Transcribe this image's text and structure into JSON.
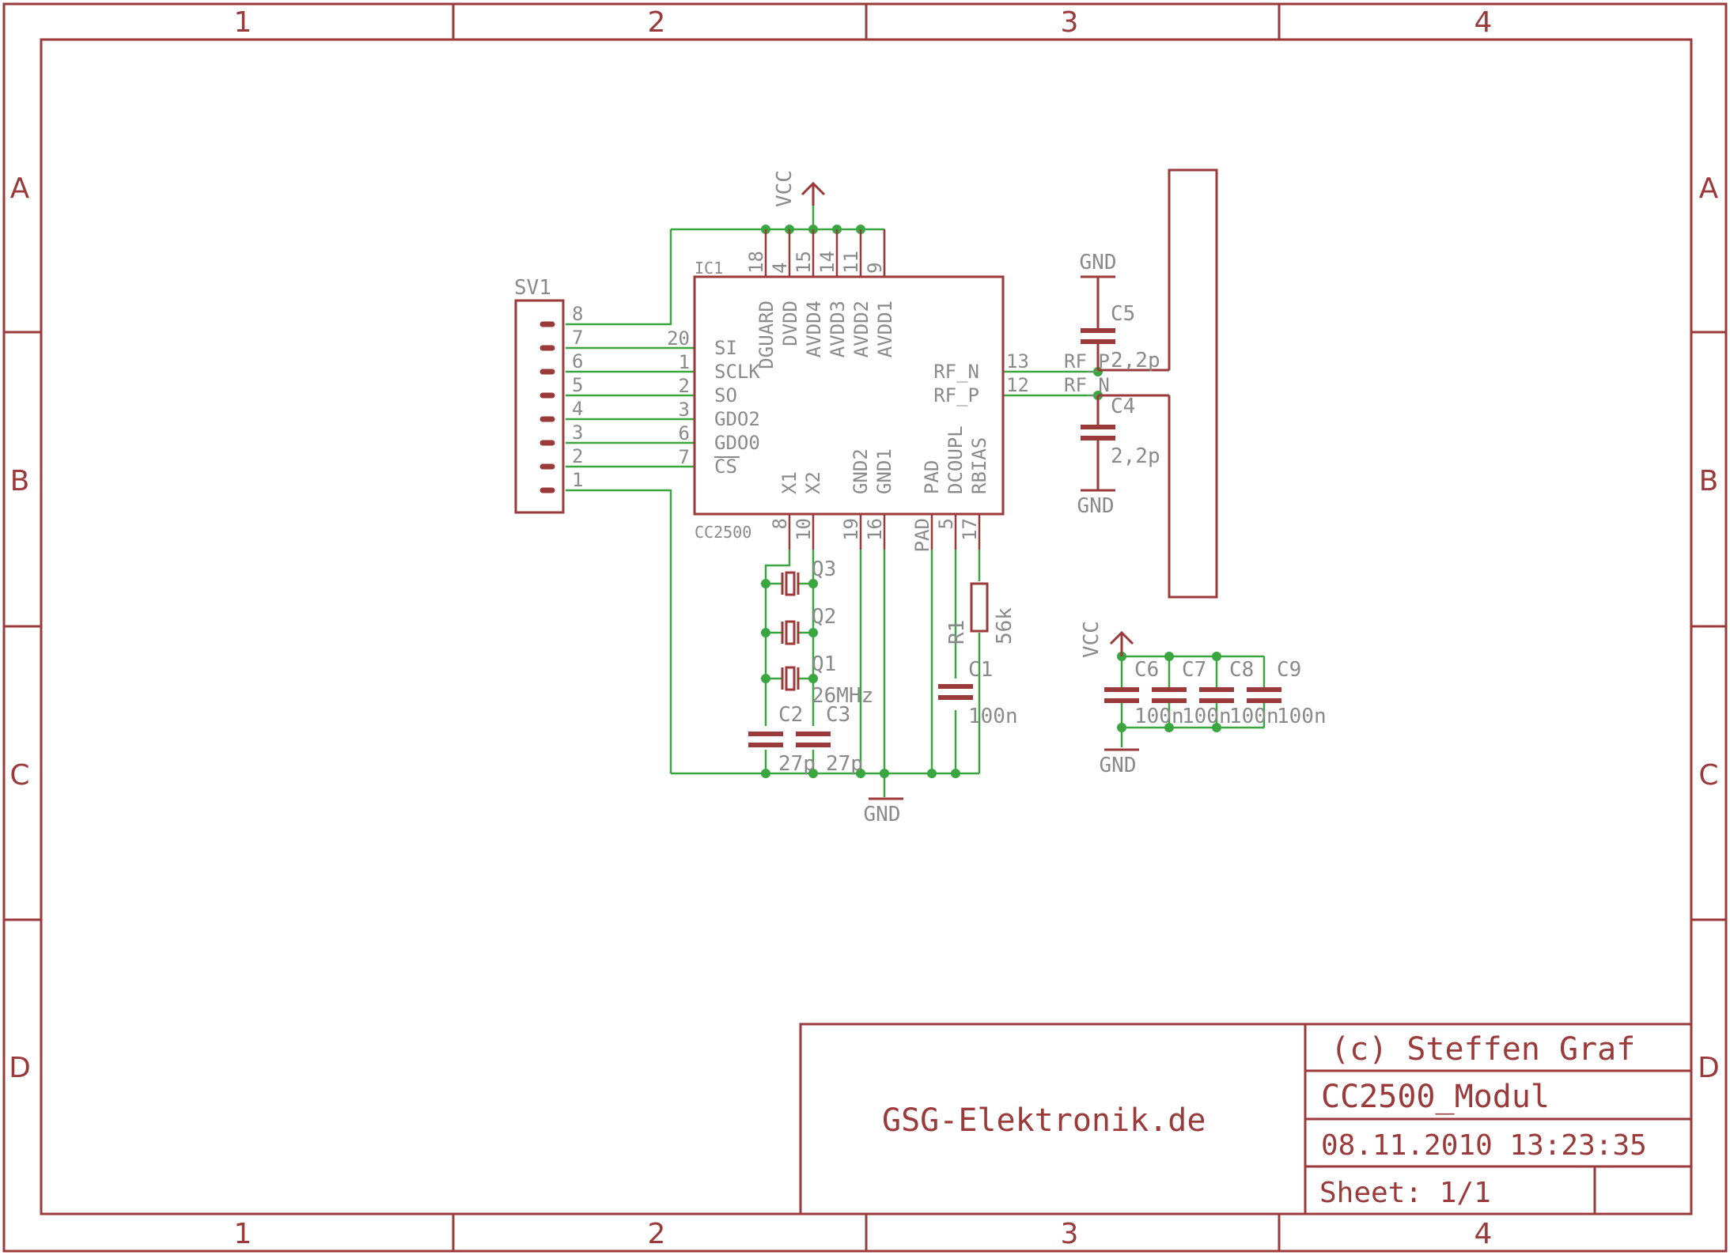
{
  "frame": {
    "columns": [
      "1",
      "2",
      "3",
      "4"
    ],
    "rows": [
      "A",
      "B",
      "C",
      "D"
    ]
  },
  "title_block": {
    "company": "GSG-Elektronik.de",
    "copyright": "(c) Steffen Graf",
    "project": "CC2500_Modul",
    "datetime": "08.11.2010 13:23:35",
    "sheet": "Sheet: 1/1"
  },
  "ic1": {
    "ref": "IC1",
    "value": "CC2500",
    "top_pins": [
      {
        "num": "18",
        "name": "DGUARD"
      },
      {
        "num": "4",
        "name": "DVDD"
      },
      {
        "num": "15",
        "name": "AVDD4"
      },
      {
        "num": "14",
        "name": "AVDD3"
      },
      {
        "num": "11",
        "name": "AVDD2"
      },
      {
        "num": "9",
        "name": "AVDD1"
      }
    ],
    "left_pins": [
      {
        "num": "20",
        "name": "SI"
      },
      {
        "num": "1",
        "name": "SCLK"
      },
      {
        "num": "2",
        "name": "SO"
      },
      {
        "num": "3",
        "name": "GDO2"
      },
      {
        "num": "6",
        "name": "GDO0"
      },
      {
        "num": "7",
        "name": "CS"
      }
    ],
    "right_pins": [
      {
        "num": "13",
        "name": "RF_N"
      },
      {
        "num": "12",
        "name": "RF_P"
      }
    ],
    "bottom_pins": [
      {
        "num": "8",
        "name": "X1"
      },
      {
        "num": "10",
        "name": "X2"
      },
      {
        "num": "19",
        "name": "GND2"
      },
      {
        "num": "16",
        "name": "GND1"
      },
      {
        "num": "PAD",
        "name": "PAD"
      },
      {
        "num": "5",
        "name": "DCOUPL"
      },
      {
        "num": "17",
        "name": "RBIAS"
      }
    ]
  },
  "sv1": {
    "ref": "SV1",
    "pins": [
      "8",
      "7",
      "6",
      "5",
      "4",
      "3",
      "2",
      "1"
    ]
  },
  "nets": {
    "vcc": "VCC",
    "gnd": "GND",
    "rf_p": "RF_P",
    "rf_n": "RF_N"
  },
  "parts": {
    "c5": {
      "ref": "C5",
      "value": "2,2p"
    },
    "c4": {
      "ref": "C4",
      "value": "2,2p"
    },
    "q3": {
      "ref": "Q3"
    },
    "q2": {
      "ref": "Q2"
    },
    "q1": {
      "ref": "Q1",
      "value": "26MHz"
    },
    "c2": {
      "ref": "C2",
      "value": "27p"
    },
    "c3": {
      "ref": "C3",
      "value": "27p"
    },
    "r1": {
      "ref": "R1",
      "value": "56k"
    },
    "c1": {
      "ref": "C1",
      "value": "100n"
    },
    "c6": {
      "ref": "C6",
      "value": "100n"
    },
    "c7": {
      "ref": "C7",
      "value": "100n"
    },
    "c8": {
      "ref": "C8",
      "value": "100n"
    },
    "c9": {
      "ref": "C9",
      "value": "100n"
    }
  }
}
